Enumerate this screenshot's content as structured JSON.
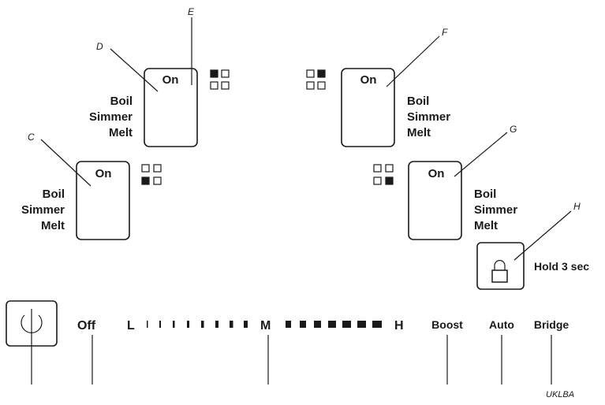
{
  "callouts": {
    "c": "C",
    "d": "D",
    "e": "E",
    "f": "F",
    "g": "G",
    "h": "H"
  },
  "zones": {
    "on_label": "On",
    "boil": "Boil",
    "simmer": "Simmer",
    "melt": "Melt"
  },
  "lock": {
    "hold_label": "Hold 3 sec"
  },
  "control_bar": {
    "off": "Off",
    "low": "L",
    "medium": "M",
    "high": "H",
    "boost": "Boost",
    "auto": "Auto",
    "bridge": "Bridge"
  },
  "figure_code": "UKLBA",
  "icons": {
    "power": "power-icon",
    "lock": "padlock-icon",
    "zone_indicator": "zone-position-icon"
  }
}
